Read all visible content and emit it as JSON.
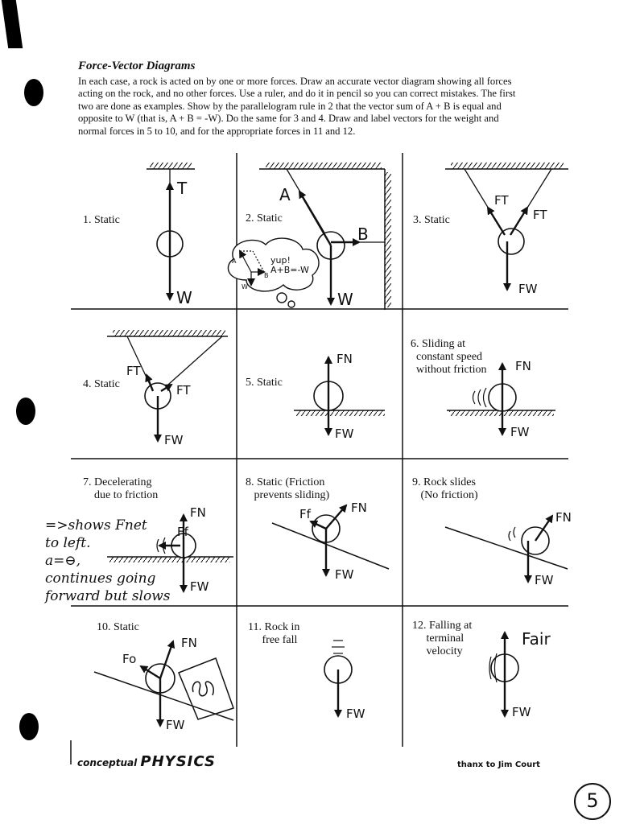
{
  "header": {
    "title": "Force-Vector Diagrams",
    "intro": "In each case, a rock is acted on by one or more forces. Draw an accurate vector diagram showing all forces acting on the rock, and no other forces. Use a ruler, and do it in pencil so you can correct mistakes. The first two are done as examples. Show by the parallelogram rule in 2 that the vector sum of A + B is equal and opposite to W (that is, A + B = -W). Do the same for 3 and 4. Draw and label vectors for the weight and normal forces in 5 to 10, and for the appropriate forces in 11 and 12."
  },
  "cells": {
    "c1": {
      "label": "1. Static",
      "t": "T",
      "w": "W"
    },
    "c2": {
      "label": "2. Static",
      "a": "A",
      "b": "B",
      "w": "W",
      "bubble": "yup!\nA+B=-W",
      "mini_a": "A",
      "mini_b": "B",
      "mini_w": "W"
    },
    "c3": {
      "label": "3. Static",
      "ft1": "FT",
      "ft2": "FT",
      "fw": "FW"
    },
    "c4": {
      "label": "4. Static",
      "ft1": "FT",
      "ft2": "FT",
      "fw": "FW"
    },
    "c5": {
      "label": "5. Static",
      "fn": "FN",
      "fw": "FW"
    },
    "c6": {
      "label": "6. Sliding at\n  constant speed\n  without friction",
      "fn": "FN",
      "fw": "FW"
    },
    "c7": {
      "label": "7. Decelerating\n    due to friction",
      "fn": "FN",
      "ff": "Ff",
      "fw": "FW",
      "note": "=>shows Fnet\nto left.\na=⊖,\ncontinues going\nforward but slows"
    },
    "c8": {
      "label": "8. Static (Friction\n   prevents sliding)",
      "fn": "FN",
      "ff": "Ff",
      "fw": "FW"
    },
    "c9": {
      "label": "9. Rock slides\n   (No friction)",
      "fn": "FN",
      "fw": "FW"
    },
    "c10": {
      "label": "10. Static",
      "fn": "FN",
      "fo": "Fo",
      "fw": "FW"
    },
    "c11": {
      "label": "11. Rock in\n     free fall",
      "fw": "FW"
    },
    "c12": {
      "label": "12. Falling at\n     terminal\n     velocity",
      "fair": "Fair",
      "fw": "FW"
    }
  },
  "footer": {
    "logo_small": "conceptual",
    "logo_big": "PHYSICS",
    "credit": "thanx to Jim Court",
    "page_number": "5"
  }
}
